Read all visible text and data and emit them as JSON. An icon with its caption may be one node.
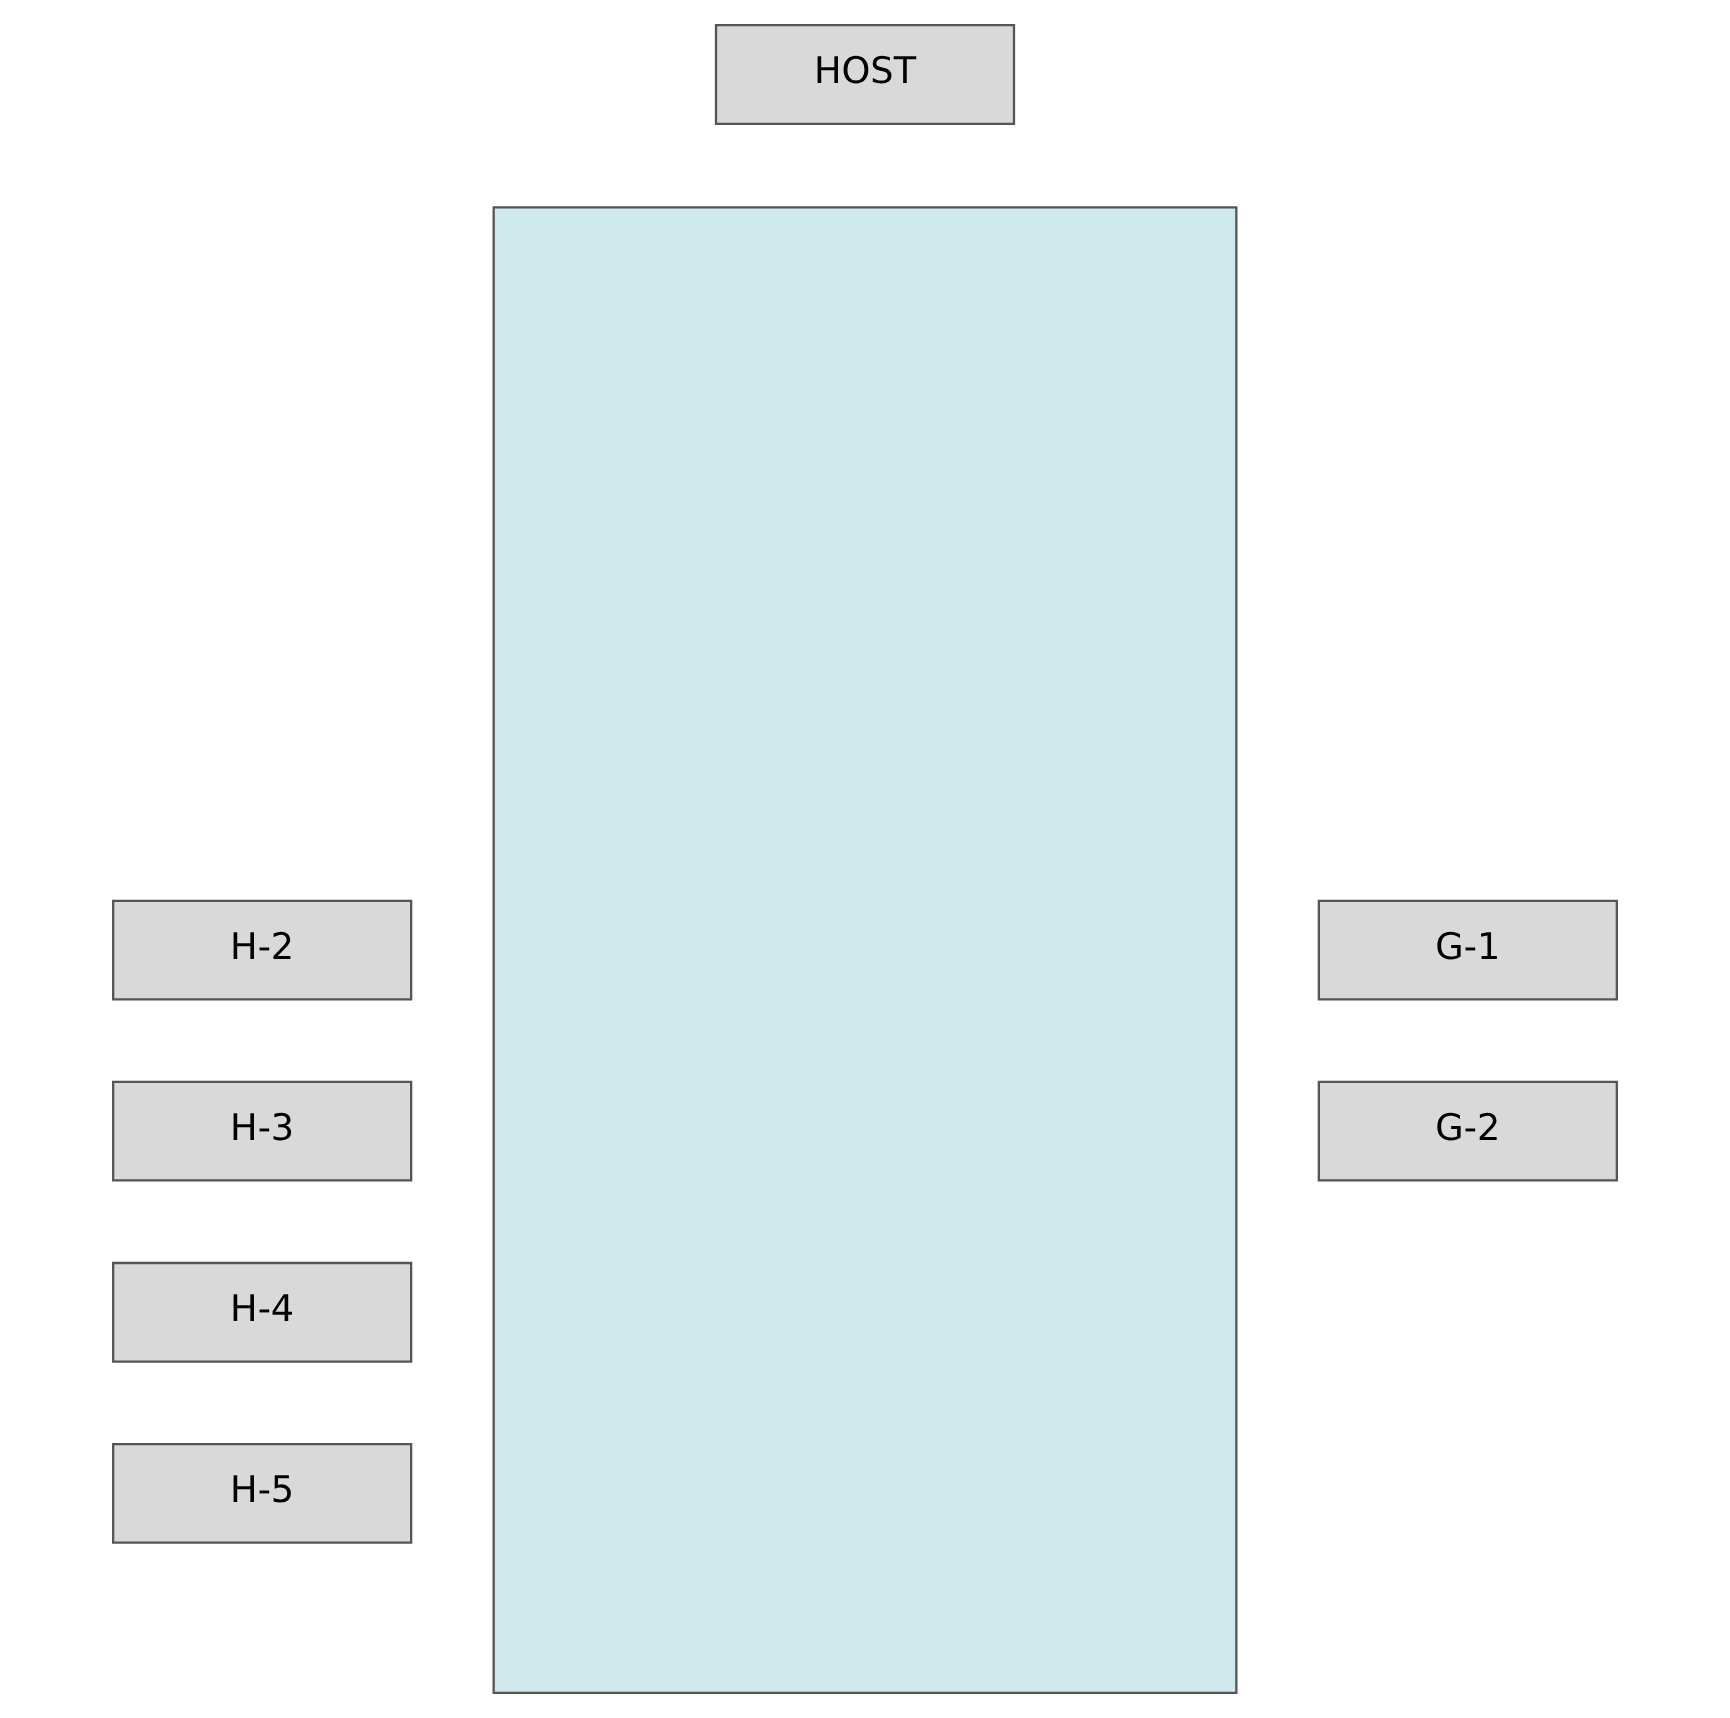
{
  "diagram": {
    "nodes": [
      {
        "text": [
          "HOST"
        ]
      },
      {
        "text": [],
        "shape": "box"
      },
      {
        "text": [
          "H-2"
        ]
      },
      {
        "text": [
          "H-3"
        ]
      },
      {
        "text": [
          "H-4"
        ]
      },
      {
        "text": [
          "H-5"
        ]
      },
      {
        "text": [
          "G-1"
        ]
      },
      {
        "text": [
          "G-2"
        ]
      }
    ],
    "edges": []
  }
}
